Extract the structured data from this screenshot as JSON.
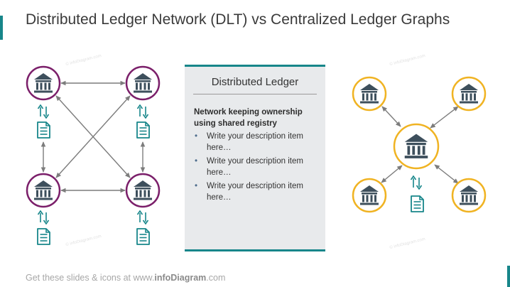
{
  "title": "Distributed Ledger Network (DLT) vs Centralized Ledger Graphs",
  "colors": {
    "accent": "#17868a",
    "distributed_node": "#7b1f6a",
    "central_node": "#f0b322",
    "icon": "#3d4f5c",
    "document": "#17868a",
    "arrow": "#7c7c7c",
    "panel_bg": "#e8eaec"
  },
  "icons": {
    "node": "bank-building-icon",
    "document": "document-icon",
    "link": "double-arrow-icon"
  },
  "panel": {
    "title": "Distributed Ledger",
    "subhead": "Network keeping ownership using shared registry",
    "bullets": [
      "Write your description item here…",
      "Write your description item here…",
      "Write your description item here…"
    ]
  },
  "watermark": "© infoDiagram.com",
  "footer": {
    "prefix": "Get these slides & icons at www.",
    "brand": "infoDiagram",
    "suffix": ".com"
  }
}
